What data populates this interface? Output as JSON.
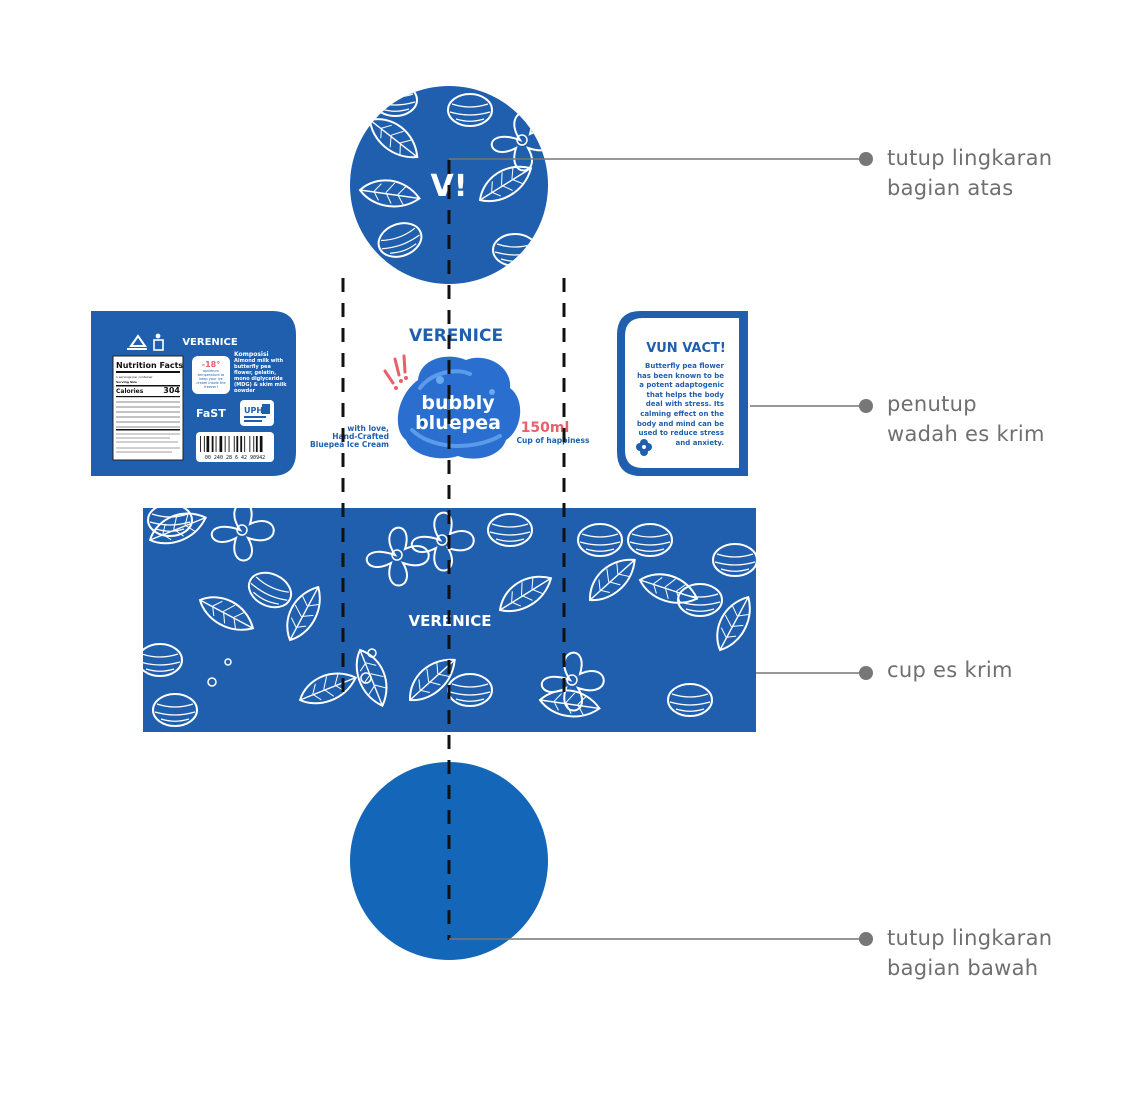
{
  "colors": {
    "brand_blue": "#1f5fae",
    "bottom_blue": "#1467b8",
    "line_gray": "#777777",
    "text_gray": "#6f6f6f",
    "accent_pink": "#e8606a",
    "white": "#ffffff"
  },
  "top_lid": {
    "monogram": "V!"
  },
  "left_label": {
    "brand": "VERENICE",
    "nutrition_title": "Nutrition Facts",
    "nutrition_servings": "1 servings per container",
    "nutrition_serving_size": "Serving Size",
    "calories_label": "Calories",
    "calories_value": "304",
    "temp_value": "-18°",
    "temp_note": "optimum temperature to keep your ice cream inside the freezer!",
    "komposisi_title": "Komposisi",
    "komposisi_text": "Almond milk with butterfly pea flower, gelatin, mono diglyceride (MDG) & skim milk powder",
    "logo_fast": "FaST",
    "logo_uph": "UPH",
    "barcode_number": "00 240 28 6 42 90942",
    "icons": [
      "recycle-icon",
      "trash-bin-icon"
    ]
  },
  "center_label": {
    "brand": "VERENICE",
    "product_line1": "bubbly",
    "product_line2": "bluepea",
    "left_text_line1": "with love,",
    "left_text_line2": "Hand-Crafted",
    "left_text_line3": "Bluepea Ice Cream",
    "volume": "150ml",
    "tagline": "Cup of happiness"
  },
  "right_label": {
    "title": "VUN VACT!",
    "body": "Butterfly pea flower has been known to be a potent adaptogenic that helps the body deal with stress. Its calming effect on the body and mind can be used to reduce stress and anxiety.",
    "icon": "flower-icon"
  },
  "cup_band": {
    "brand": "VERENICE"
  },
  "callouts": [
    {
      "line1": "tutup lingkaran",
      "line2": "bagian atas"
    },
    {
      "line1": "penutup",
      "line2": "wadah es krim"
    },
    {
      "line1": "cup es krim",
      "line2": ""
    },
    {
      "line1": "tutup lingkaran",
      "line2": "bagian bawah"
    }
  ]
}
